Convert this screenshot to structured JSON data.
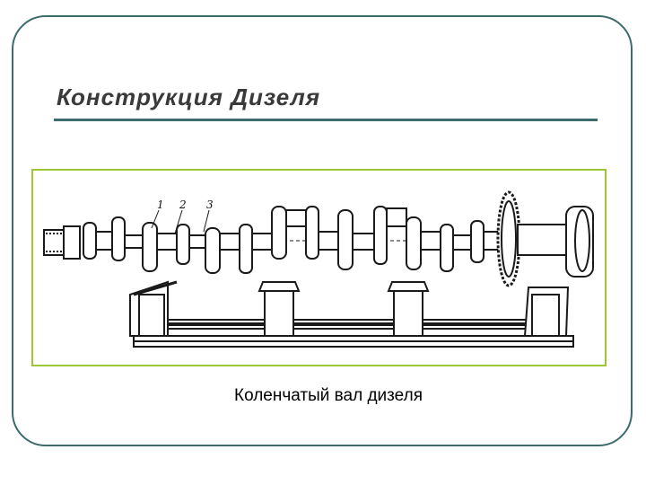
{
  "slide": {
    "title": "Конструкция Дизеля",
    "caption": "Коленчатый вал дизеля",
    "colors": {
      "frame": "#3d6b6b",
      "title_rule": "#3d6b6b",
      "figure_border": "#9cc636",
      "drawing": "#1a1a1a"
    }
  },
  "figure": {
    "description_icon": "crankshaft-drawing",
    "callouts": [
      "1",
      "2",
      "3"
    ]
  }
}
